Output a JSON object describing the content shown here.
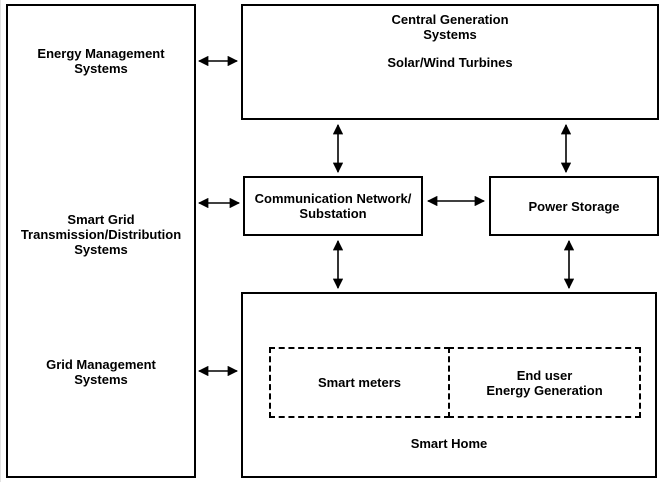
{
  "left_panel": {
    "energy_management_label": "Energy Management\nSystems",
    "smart_grid_label": "Smart Grid\nTransmission/Distribution\nSystems",
    "grid_management_label": "Grid Management\nSystems"
  },
  "central_generation": {
    "title": "Central Generation\nSystems",
    "subtitle": "Solar/Wind Turbines"
  },
  "communication_network": {
    "label": "Communication Network/\nSubstation"
  },
  "power_storage": {
    "label": "Power Storage"
  },
  "smart_home": {
    "smart_meters_label": "Smart meters",
    "end_user_label": "End user\nEnergy Generation",
    "label": "Smart Home"
  },
  "connections": [
    {
      "from": "energy-management-systems",
      "to": "central-generation-systems",
      "type": "bidirectional"
    },
    {
      "from": "smart-grid-transmission-distribution-systems",
      "to": "communication-network-substation",
      "type": "bidirectional"
    },
    {
      "from": "grid-management-systems",
      "to": "smart-home",
      "type": "bidirectional"
    },
    {
      "from": "central-generation-systems",
      "to": "communication-network-substation",
      "type": "bidirectional"
    },
    {
      "from": "central-generation-systems",
      "to": "power-storage",
      "type": "bidirectional"
    },
    {
      "from": "communication-network-substation",
      "to": "power-storage",
      "type": "bidirectional"
    },
    {
      "from": "communication-network-substation",
      "to": "smart-home",
      "type": "bidirectional"
    },
    {
      "from": "power-storage",
      "to": "smart-home",
      "type": "bidirectional"
    }
  ],
  "colors": {
    "border": "#000000",
    "background": "#ffffff",
    "text": "#000000"
  }
}
